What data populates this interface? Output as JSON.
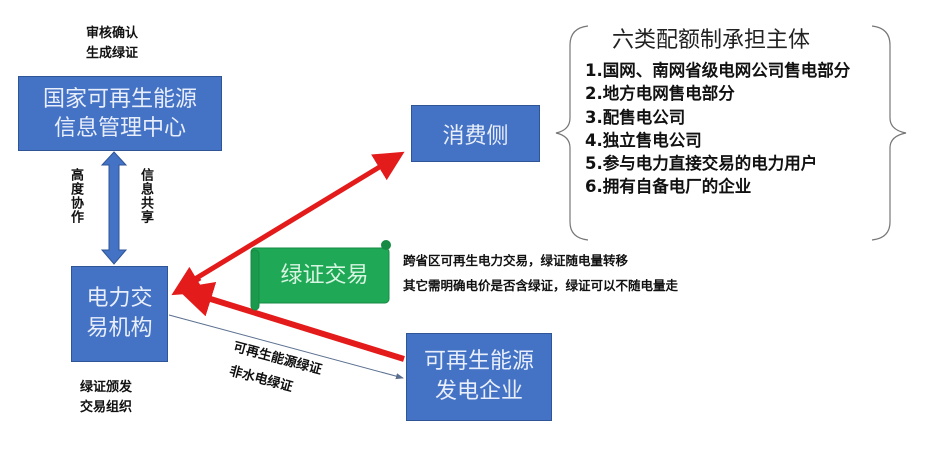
{
  "top_note": {
    "line1": "审核确认",
    "line2": "生成绿证"
  },
  "center_box": {
    "line1": "国家可再生能源",
    "line2": "信息管理中心"
  },
  "link_labels": {
    "left": "高度协作",
    "right": "信息共享"
  },
  "trading_box": {
    "line1": "电力交",
    "line2": "易机构"
  },
  "trading_note": {
    "line1": "绿证颁发",
    "line2": "交易组织"
  },
  "consumer_box": {
    "label": "消费侧"
  },
  "generator_box": {
    "line1": "可再生能源",
    "line2": "发电企业"
  },
  "green_cert_banner": {
    "label": "绿证交易"
  },
  "trade_notes": {
    "line1": "跨省区可再生电力交易，绿证随电量转移",
    "line2": "其它需明确电价是否含绿证，绿证可以不随电量走"
  },
  "issue_arrow_labels": {
    "line1": "可再生能源绿证",
    "line2": "非水电绿证"
  },
  "obligated_entities": {
    "title": "六类配额制承担主体",
    "items": [
      "1.国网、南网省级电网公司售电部分",
      "2.地方电网售电部分",
      "3.配售电公司",
      "4.独立售电公司",
      "5.参与电力直接交易的电力用户",
      "6.拥有自备电厂的企业"
    ]
  },
  "colors": {
    "box_blue": "#4472c4",
    "arrow_red": "#e31b1b",
    "banner_green": "#1fa855"
  }
}
